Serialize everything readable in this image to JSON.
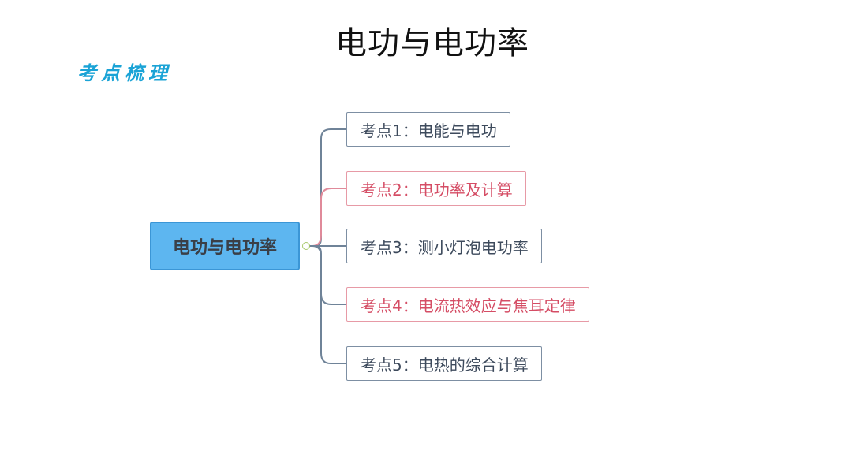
{
  "page": {
    "title": "电功与电功率",
    "section_title": "考点梳理"
  },
  "mindmap": {
    "root": {
      "label": "电功与电功率"
    },
    "branches": [
      {
        "label": "考点1：电能与电功",
        "highlighted": false
      },
      {
        "label": "考点2：电功率及计算",
        "highlighted": true
      },
      {
        "label": "考点3：测小灯泡电功率",
        "highlighted": false
      },
      {
        "label": "考点4：电流热效应与焦耳定律",
        "highlighted": true
      },
      {
        "label": "考点5：电热的综合计算",
        "highlighted": false
      }
    ]
  },
  "colors": {
    "root_fill": "#5db6f0",
    "root_border": "#3b96d6",
    "branch_border": "#7d8fa3",
    "branch_text": "#3d4a5c",
    "highlight_border": "#e79aa6",
    "highlight_text": "#d54d65",
    "section_title": "#1aa3d6"
  }
}
